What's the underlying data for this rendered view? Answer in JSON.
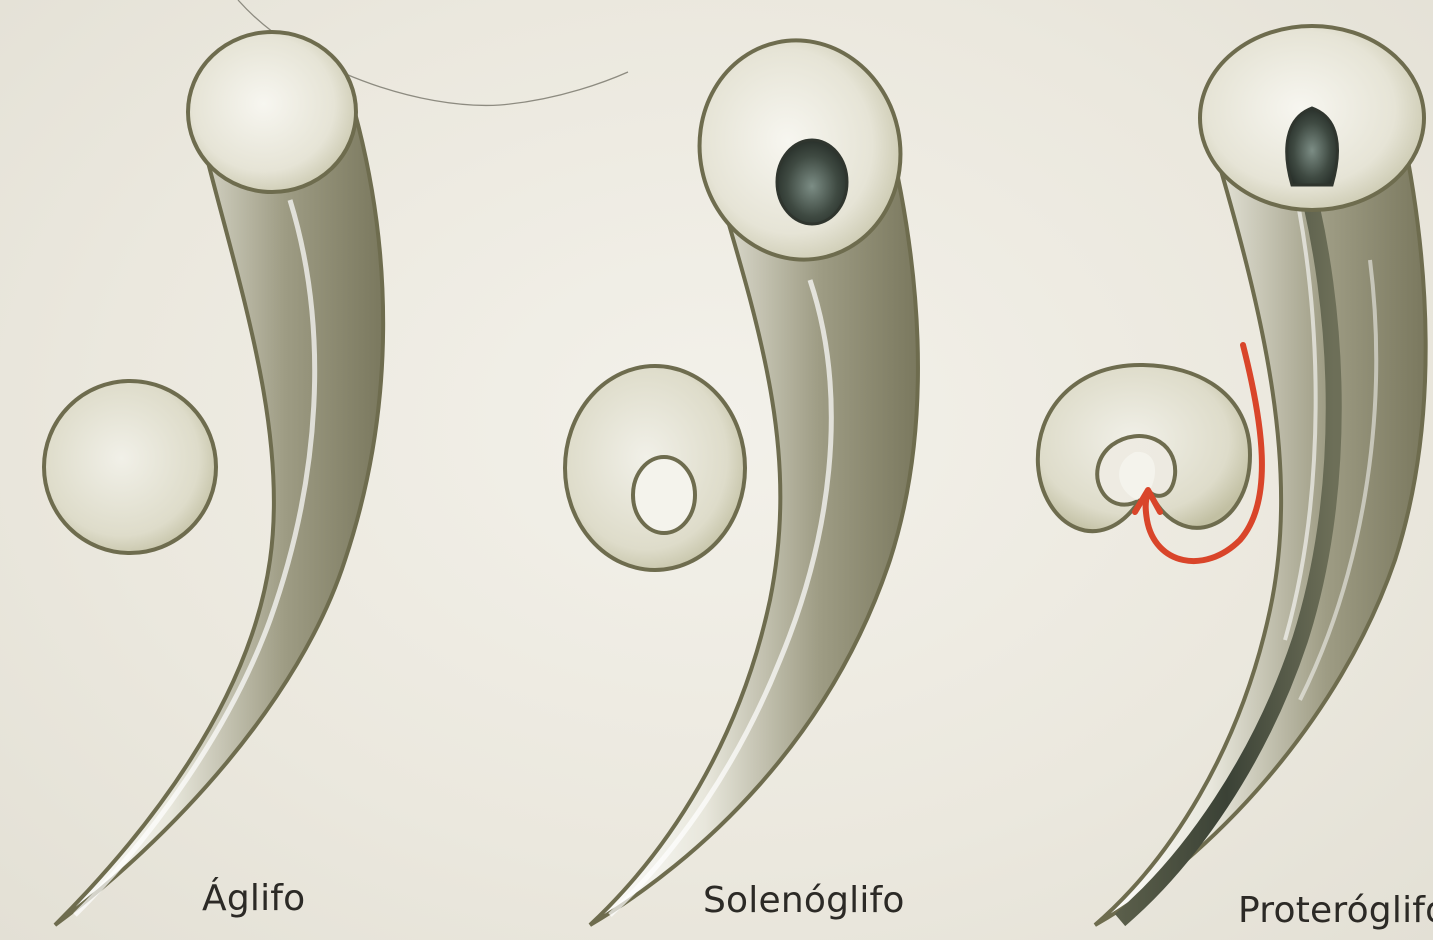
{
  "fangs": [
    {
      "id": "aglifo",
      "label": "Áglifo"
    },
    {
      "id": "solenoglifo",
      "label": "Solenóglifo"
    },
    {
      "id": "proteroglifo",
      "label": "Proteróglifo"
    }
  ],
  "colors": {
    "background": "#ece9df",
    "fang_outline": "#6e6c4e",
    "fang_shade": "#8d8b72",
    "fang_light": "#f2f1ea",
    "venom_channel": "#3f4a42",
    "arrow": "#d9452a"
  }
}
